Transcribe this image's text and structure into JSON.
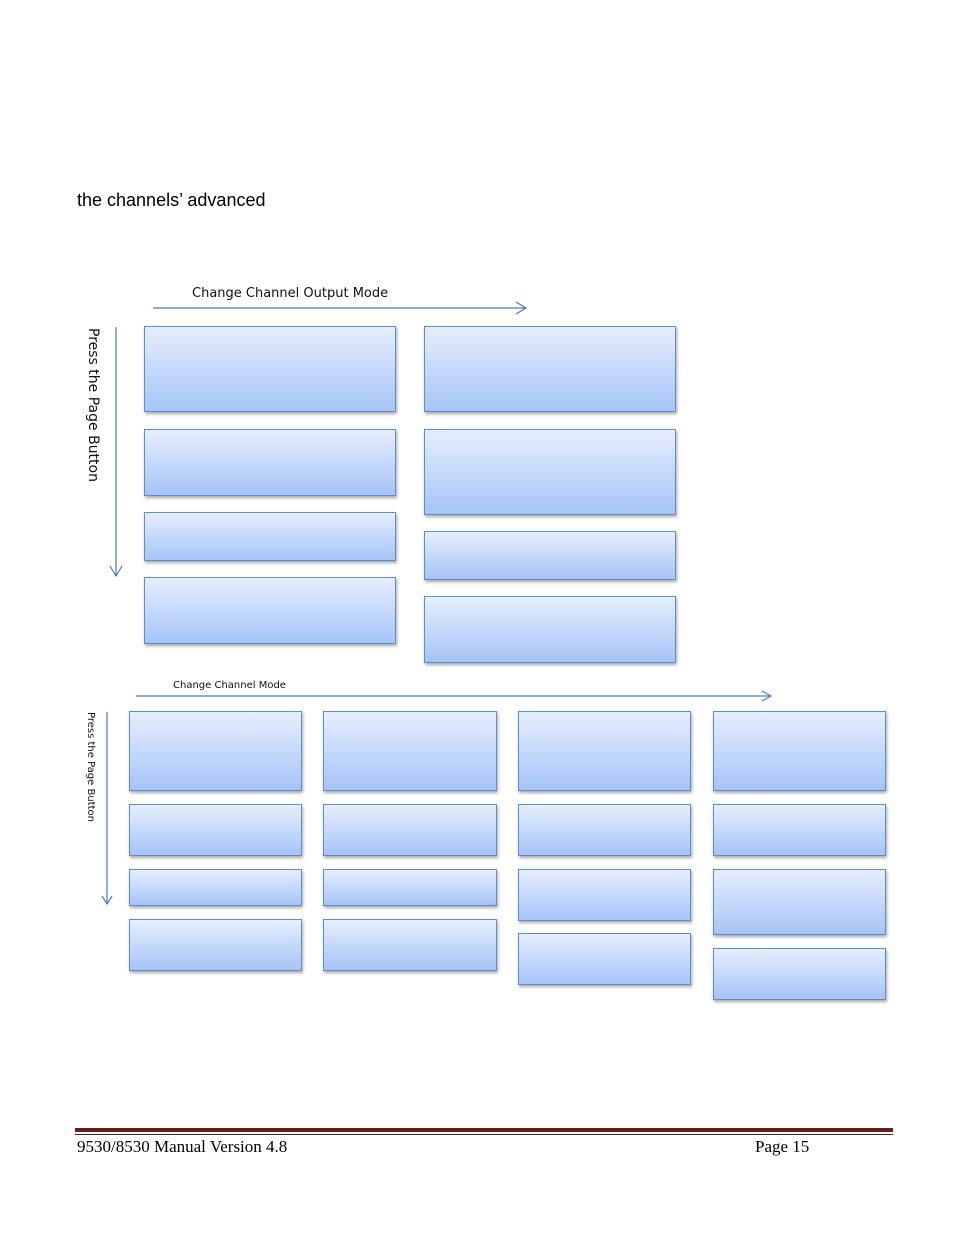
{
  "intro_text": "the channels’ advanced",
  "diagram1": {
    "horizontal_label": "Change Channel  Output Mode",
    "vertical_label": "Press the Page Button"
  },
  "diagram2": {
    "horizontal_label": "Change Channel  Mode",
    "vertical_label": "Press the Page Button"
  },
  "footer": {
    "left": "9530/8530 Manual Version 4.8",
    "right": "Page 15"
  }
}
